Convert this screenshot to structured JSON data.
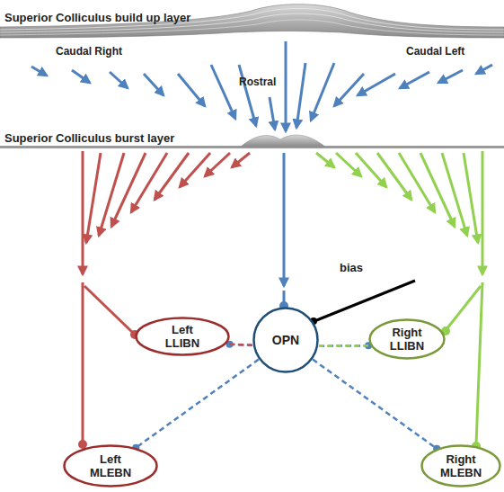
{
  "diagram": {
    "nodes": [
      {
        "text": [
          "Left LLIBN"
        ]
      },
      {
        "text": [
          "OPN"
        ]
      },
      {
        "text": [
          "Right LLIBN"
        ]
      },
      {
        "text": [
          "Left MLEBN"
        ]
      },
      {
        "text": [
          "Right MLEBN"
        ]
      }
    ],
    "edges": [
      {
        "from": 1,
        "to": 0,
        "arrow": "to"
      },
      {
        "from": 0,
        "to": 1,
        "arrow": "none"
      },
      {
        "from": 1,
        "to": 2,
        "arrow": "to"
      },
      {
        "from": 2,
        "to": 1,
        "arrow": "none"
      },
      {
        "from": 1,
        "to": 3,
        "arrow": "to"
      },
      {
        "from": 1,
        "to": 4,
        "arrow": "to"
      }
    ],
    "labels": [
      "Superior Colliculus build up layer",
      "Caudal Right",
      "Rostral",
      "Caudal Left",
      "Superior Colliculus burst layer",
      "bias"
    ]
  }
}
